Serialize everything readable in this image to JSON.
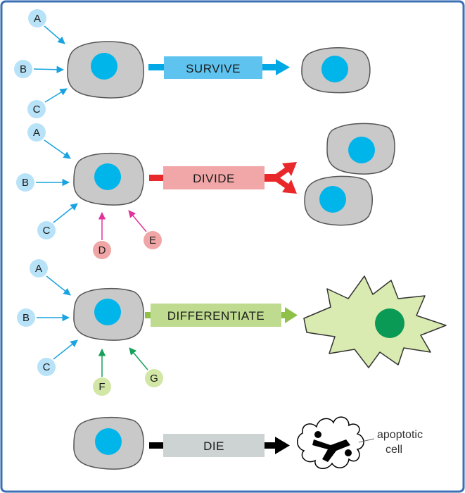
{
  "colors": {
    "frame": "#3b6fb6",
    "cell_fill": "#c9c9c9",
    "cell_stroke": "#555555",
    "nucleus": "#00b5ea",
    "survive": "#00a8e6",
    "survive_box": "#5ec4ef",
    "divide": "#e8282a",
    "divide_box": "#f1a7a7",
    "differentiate": "#8fc14a",
    "differentiate_box": "#bedb8f",
    "die": "#000000",
    "die_box": "#cdd3d2",
    "signal_blue_bubble": "#b7e2f7",
    "signal_blue_arrow": "#1aa3e0",
    "signal_pink_bubble": "#f0a6a6",
    "signal_pink_arrow": "#e0349a",
    "signal_green_bubble": "#d2e6a6",
    "signal_green_arrow": "#13a05a",
    "diff_cell_fill": "#d9ebb0",
    "diff_nucleus": "#0a9a55"
  },
  "panels": {
    "survive": {
      "label": "SURVIVE",
      "signals": [
        "A",
        "B",
        "C"
      ]
    },
    "divide": {
      "label": "DIVIDE",
      "signals": [
        "A",
        "B",
        "C",
        "D",
        "E"
      ]
    },
    "differentiate": {
      "label": "DIFFERENTIATE",
      "signals": [
        "A",
        "B",
        "C",
        "F",
        "G"
      ]
    },
    "die": {
      "label": "DIE",
      "note_line1": "apoptotic",
      "note_line2": "cell"
    }
  }
}
